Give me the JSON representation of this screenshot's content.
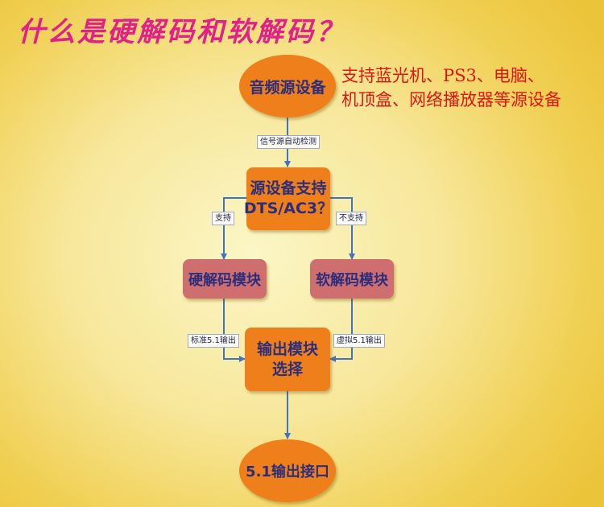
{
  "title": "什么是硬解码和软解码？",
  "side_note": {
    "line1": "支持蓝光机、PS3、电脑、",
    "line2": "机顶盒、网络播放器等源设备"
  },
  "nodes": {
    "source": "音频源设备",
    "check_line1": "源设备支持",
    "check_line2": "DTS/AC3？",
    "hard": "硬解码模块",
    "soft": "软解码模块",
    "output_line1": "输出模块",
    "output_line2": "选择",
    "interface": "5.1输出接口"
  },
  "edge_labels": {
    "detect": "信号源自动检测",
    "yes": "支持",
    "no": "不支持",
    "standard": "标准5.1输出",
    "virtual": "虚拟5.1输出"
  },
  "colors": {
    "title": "#e0218a",
    "note": "#e01616",
    "node_orange": "#ef7f1a",
    "node_rose": "#cf6e6e",
    "node_text": "#2b2e7d",
    "arrow": "#3f74c0"
  }
}
